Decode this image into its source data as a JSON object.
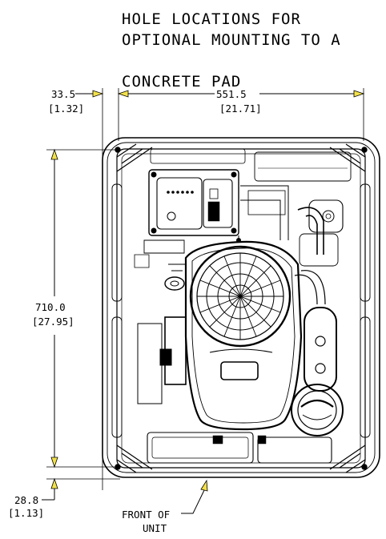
{
  "title": {
    "line1": "HOLE LOCATIONS FOR",
    "line2": "OPTIONAL MOUNTING TO A",
    "line3": "CONCRETE PAD"
  },
  "dimensions": {
    "offset_left": {
      "mm": "33.5",
      "in": "[1.32]"
    },
    "width": {
      "mm": "551.5",
      "in": "[21.71]"
    },
    "height": {
      "mm": "710.0",
      "in": "[27.95]"
    },
    "offset_bottom": {
      "mm": "28.8",
      "in": "[1.13]"
    }
  },
  "front_note": {
    "line1": "FRONT OF",
    "line2": "UNIT"
  },
  "colors": {
    "line": "#000000",
    "arrow": "#f2e04a",
    "background": "#ffffff"
  }
}
